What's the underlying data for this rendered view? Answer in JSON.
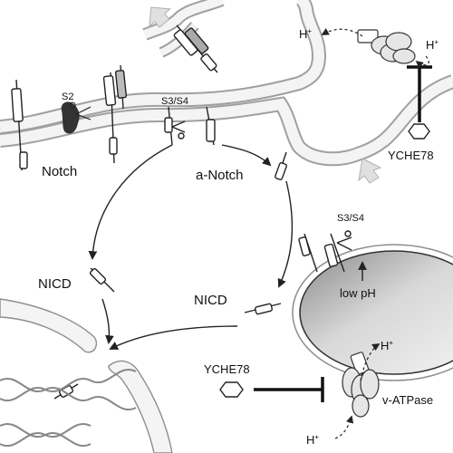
{
  "labels": {
    "notch": "Notch",
    "s2": "S2",
    "s3s4_top": "S3/S4",
    "a_notch": "a-Notch",
    "nicd_left": "NICD",
    "nicd_right": "NICD",
    "s3s4_endo": "S3/S4",
    "low_ph": "low pH",
    "ych_top": "YCHE78",
    "ych_bottom": "YCHE78",
    "v_atpase": "v-ATPase",
    "h": "H",
    "plus": "+"
  },
  "colors": {
    "line": "#222222",
    "membrane_fill": "#f2f2f2",
    "membrane_edge": "#9a9a9a",
    "receptor_fill": "#ffffff",
    "s2_protease": "#333333",
    "arrow_gray": "#c8c8c8"
  }
}
